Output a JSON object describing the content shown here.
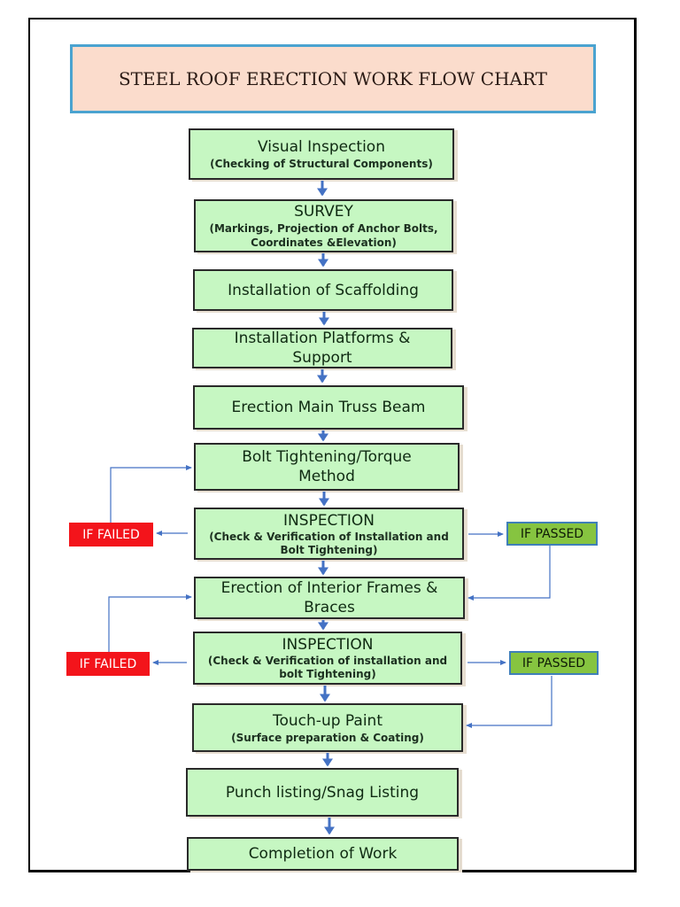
{
  "title": "STEEL ROOF ERECTION WORK FLOW CHART",
  "colors": {
    "title_fill": "#fbdccc",
    "title_border": "#4aa3d0",
    "step_fill": "#c6f7c2",
    "failed_fill": "#f3141b",
    "passed_fill": "#86c440",
    "arrow": "#4472c4"
  },
  "steps": [
    {
      "main": "Visual Inspection",
      "sub": "(Checking of Structural Components)"
    },
    {
      "main": "SURVEY",
      "sub": "(Markings, Projection of Anchor Bolts, Coordinates &Elevation)"
    },
    {
      "main": "Installation of Scaffolding"
    },
    {
      "main": "Installation Platforms & Support"
    },
    {
      "main": "Erection Main Truss Beam"
    },
    {
      "main": "Bolt Tightening/Torque Method"
    },
    {
      "main": "INSPECTION",
      "sub": "(Check & Verification of Installation and Bolt Tightening)"
    },
    {
      "main": "Erection of Interior Frames & Braces"
    },
    {
      "main": "INSPECTION",
      "sub": "(Check & Verification of installation and bolt Tightening)"
    },
    {
      "main": "Touch-up Paint",
      "sub": "(Surface preparation & Coating)"
    },
    {
      "main": "Punch listing/Snag Listing"
    },
    {
      "main": "Completion of Work"
    }
  ],
  "decisions": [
    {
      "failed": "IF FAILED",
      "passed": "IF PASSED",
      "failed_returns_to": "Bolt Tightening/Torque Method",
      "passed_goes_to": "Erection of Interior Frames & Braces"
    },
    {
      "failed": "IF FAILED",
      "passed": "IF PASSED",
      "failed_returns_to": "Erection of Interior Frames & Braces",
      "passed_goes_to": "Touch-up Paint"
    }
  ]
}
